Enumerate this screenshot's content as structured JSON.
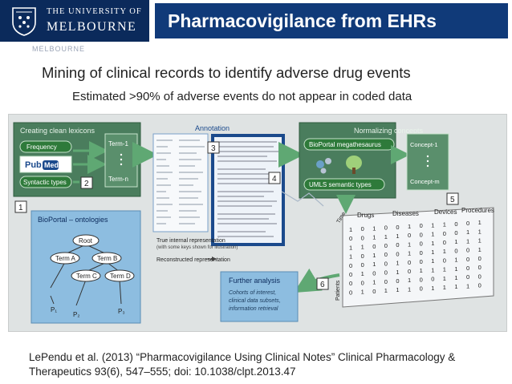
{
  "header": {
    "university_line1": "THE UNIVERSITY OF",
    "university_line2": "MELBOURNE",
    "slide_title": "Pharmacovigilance from EHRs"
  },
  "body": {
    "ghost_text": "MELBOURNE",
    "subtitle": "Mining of clinical records to identify adverse drug events",
    "subsubtitle": "Estimated >90% of adverse events do not appear in coded data"
  },
  "figure": {
    "lexicons": {
      "title": "Creating clean lexicons",
      "frequency": "Frequency",
      "pubmed_left": "Pub",
      "pubmed_right": "Med",
      "syntactic": "Syntactic types",
      "term_1": "Term-1",
      "term_n": "Term-n",
      "step": "2"
    },
    "annotation": {
      "title": "Annotation",
      "step3": "3",
      "step4": "4",
      "true_rep_line1": "True internal representation",
      "true_rep_line2": "(with some keys shown for illustration)",
      "recon_rep": "Reconstructed representation"
    },
    "normalizing": {
      "title": "Normalizing concepts",
      "bioportal": "BioPortal megathesaurus",
      "umls": "UMLS semantic types",
      "concept_1": "Concept-1",
      "concept_m": "Concept-m",
      "step": "5"
    },
    "ontologies": {
      "title": "BioPortal – ontologies",
      "root": "Root",
      "term_a": "Term A",
      "term_b": "Term B",
      "term_c": "Term C",
      "term_d": "Term D",
      "p1": "P₁",
      "p2": "P₂",
      "p3": "P₃",
      "step": "1"
    },
    "analysis": {
      "title": "Further analysis",
      "line1": "Cohorts of interest,",
      "line2": "clinical data subsets,",
      "line3": "information retrieval",
      "step": "6"
    },
    "matrix": {
      "time_label": "Time",
      "patients_label": "Patients",
      "headers": [
        "Drugs",
        "Diseases",
        "Devices",
        "Procedures"
      ],
      "rows": [
        [
          "1",
          "0",
          "1",
          "0",
          "0",
          "1",
          "0",
          "1",
          "1",
          "0",
          "0",
          "1"
        ],
        [
          "0",
          "0",
          "1",
          "1",
          "1",
          "0",
          "0",
          "1",
          "0",
          "0",
          "1",
          "1"
        ],
        [
          "1",
          "1",
          "0",
          "0",
          "0",
          "1",
          "0",
          "1",
          "0",
          "1",
          "1",
          "1"
        ],
        [
          "1",
          "0",
          "1",
          "0",
          "0",
          "1",
          "0",
          "1",
          "1",
          "0",
          "0",
          "1"
        ],
        [
          "0",
          "0",
          "1",
          "0",
          "1",
          "0",
          "0",
          "1",
          "0",
          "1",
          "0",
          "0"
        ],
        [
          "0",
          "1",
          "0",
          "0",
          "1",
          "0",
          "1",
          "1",
          "1",
          "1",
          "0",
          "0"
        ],
        [
          "0",
          "0",
          "1",
          "0",
          "0",
          "1",
          "0",
          "0",
          "1",
          "1",
          "0",
          "0"
        ],
        [
          "0",
          "1",
          "0",
          "1",
          "1",
          "1",
          "0",
          "1",
          "1",
          "1",
          "1",
          "0"
        ]
      ]
    }
  },
  "citation": "LePendu et al. (2013) “Pharmacovigilance Using Clinical Notes” Clinical Pharmacology & Therapeutics 93(6), 547–555; doi: 10.1038/clpt.2013.47",
  "colors": {
    "navy": "#0b2a5b",
    "title_blue": "#103a79",
    "panel_green": "#4a7d5d",
    "panel_blue": "#8dbde0",
    "pill_green": "#2e7a3a",
    "arrow_green": "#5fa873"
  }
}
